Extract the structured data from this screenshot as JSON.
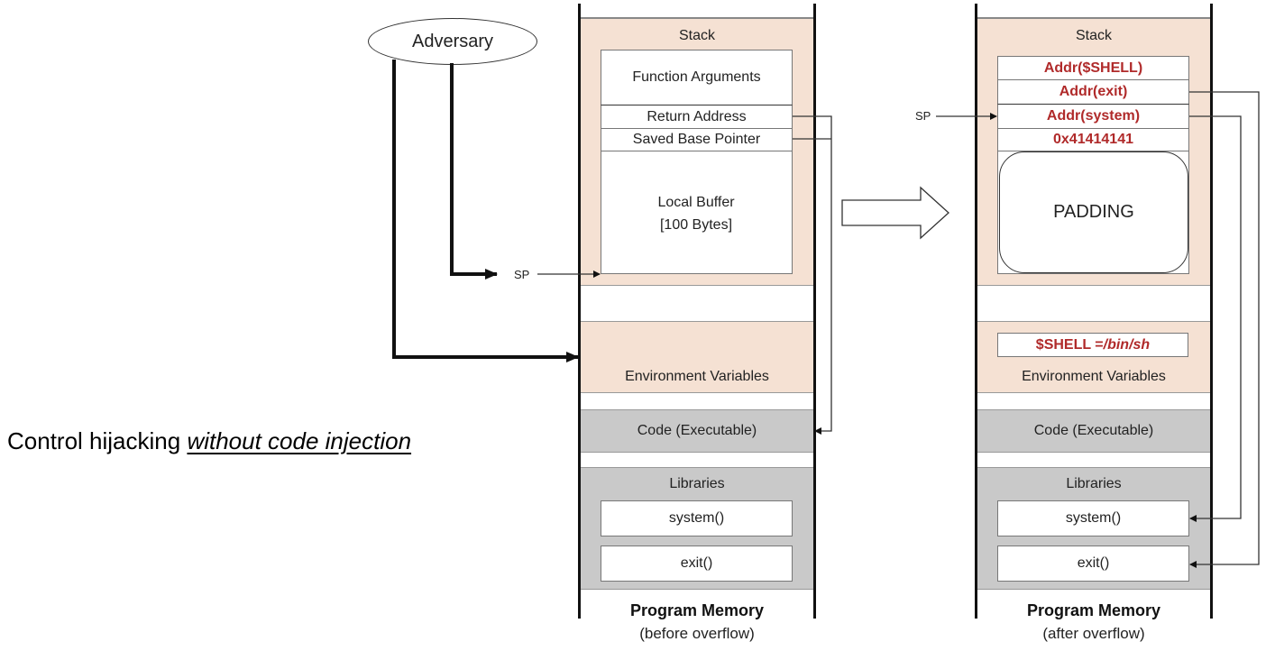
{
  "headline": {
    "prefix": "Control hijacking ",
    "emphasis": "without code injection"
  },
  "adversary": {
    "label": "Adversary"
  },
  "before": {
    "stack": {
      "title": "Stack",
      "cells": [
        "Function Arguments",
        "Return Address",
        "Saved Base Pointer"
      ],
      "buffer_line1": "Local Buffer",
      "buffer_line2": "[100 Bytes]"
    },
    "sp_label": "SP",
    "env_label": "Environment Variables",
    "code_label": "Code (Executable)",
    "libraries": {
      "title": "Libraries",
      "items": [
        "system()",
        "exit()"
      ]
    },
    "caption_title": "Program Memory",
    "caption_sub": "(before overflow)"
  },
  "after": {
    "stack": {
      "title": "Stack",
      "cells": [
        "Addr($SHELL)",
        "Addr(exit)",
        "Addr(system)",
        "0x41414141"
      ],
      "padding": "PADDING"
    },
    "sp_label": "SP",
    "env_value_prefix": "$SHELL = ",
    "env_value_path": "/bin/sh",
    "env_label": "Environment Variables",
    "code_label": "Code (Executable)",
    "libraries": {
      "title": "Libraries",
      "items": [
        "system()",
        "exit()"
      ]
    },
    "caption_title": "Program Memory",
    "caption_sub": "(after overflow)"
  },
  "colors": {
    "stack_bg": "#f5e1d3",
    "gray_bg": "#c9c9c9",
    "exploit_text": "#b02a2a"
  }
}
